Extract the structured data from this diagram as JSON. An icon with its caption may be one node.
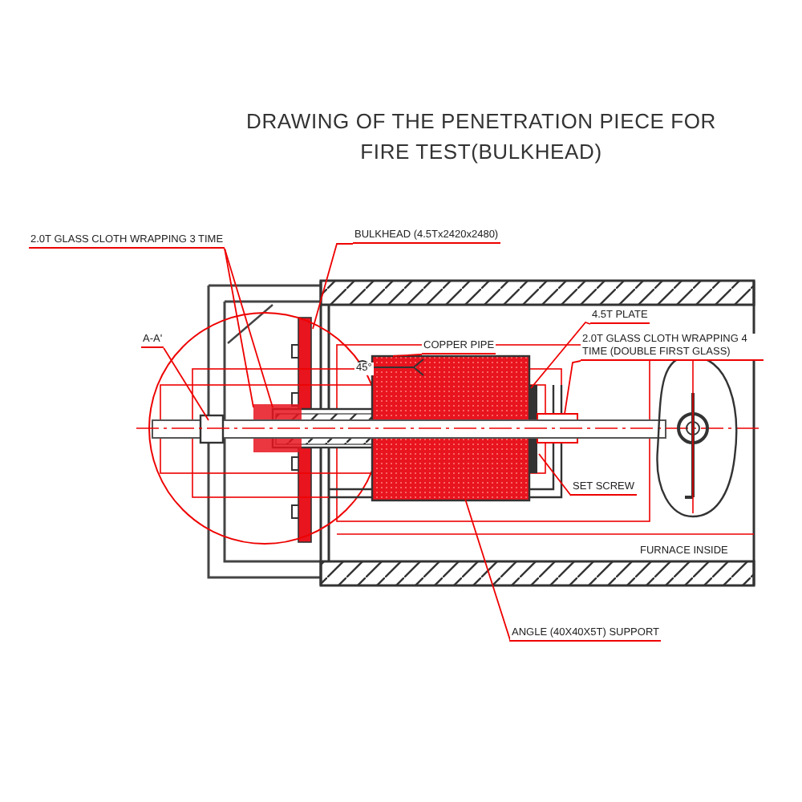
{
  "diagram": {
    "title": "DRAWING OF THE PENETRATION PIECE FOR FIRE TEST(BULKHEAD)",
    "nodes": [
      {
        "text": [
          "2.0T GLASS CLOTH WRAPPING 3 TIME"
        ]
      },
      {
        "text": [
          "BULKHEAD (4.5Tx2420x2480)"
        ]
      },
      {
        "text": [
          "A-A'"
        ]
      },
      {
        "text": [
          "COPPER PIPE"
        ]
      },
      {
        "text": [
          "4.5T PLATE"
        ]
      },
      {
        "text": [
          "2.0T GLASS CLOTH WRAPPING 4 TIME (DOUBLE FIRST GLASS)"
        ]
      },
      {
        "text": [
          "SET SCREW"
        ]
      },
      {
        "text": [
          "ANGLE (40X40X5T) SUPPORT"
        ]
      }
    ],
    "edges": [
      {
        "from": 0,
        "to": null,
        "arrow": "none"
      },
      {
        "from": 0,
        "to": null,
        "arrow": "none"
      },
      {
        "from": 1,
        "to": null,
        "arrow": "none"
      },
      {
        "from": 2,
        "to": null,
        "arrow": "none"
      },
      {
        "from": 3,
        "to": null,
        "arrow": "none"
      },
      {
        "from": 4,
        "to": null,
        "arrow": "none"
      },
      {
        "from": 5,
        "to": null,
        "arrow": "none"
      },
      {
        "from": 6,
        "to": null,
        "arrow": "none"
      },
      {
        "from": 7,
        "to": null,
        "arrow": "none"
      }
    ],
    "labels": [
      "45°",
      "FURNACE INSIDE"
    ]
  }
}
